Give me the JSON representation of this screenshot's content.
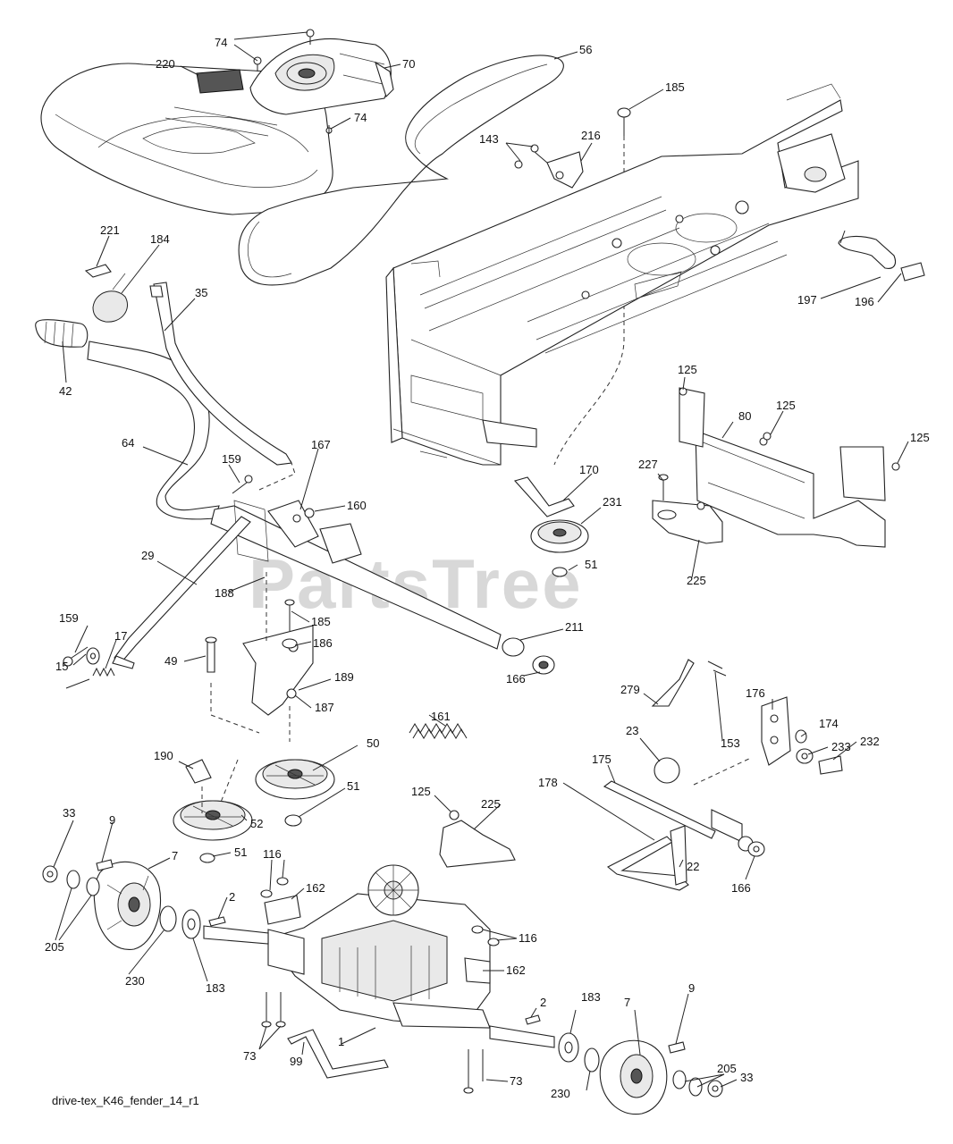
{
  "diagram": {
    "watermark": "PartsTree",
    "caption": "drive-tex_K46_fender_14_r1",
    "labels": {
      "l74a": "74",
      "l56": "56",
      "l220": "220",
      "l70": "70",
      "l74b": "74",
      "l185a": "185",
      "l143": "143",
      "l216": "216",
      "l221": "221",
      "l184": "184",
      "l35": "35",
      "l197": "197",
      "l196": "196",
      "l42": "42",
      "l125a": "125",
      "l80": "80",
      "l125b": "125",
      "l125c": "125",
      "l64": "64",
      "l159a": "159",
      "l167": "167",
      "l160": "160",
      "l227": "227",
      "l170": "170",
      "l231": "231",
      "l29": "29",
      "l51a": "51",
      "l225a": "225",
      "l188": "188",
      "l185b": "185",
      "l159b": "159",
      "l17": "17",
      "l186": "186",
      "l211": "211",
      "l49": "49",
      "l189": "189",
      "l15": "15",
      "l166a": "166",
      "l187": "187",
      "l161": "161",
      "l279": "279",
      "l176": "176",
      "l174": "174",
      "l153": "153",
      "l233": "233",
      "l23": "23",
      "l232": "232",
      "l50": "50",
      "l190": "190",
      "l175": "175",
      "l51b": "51",
      "l178": "178",
      "l125d": "125",
      "l225b": "225",
      "l33a": "33",
      "l9a": "9",
      "l7a": "7",
      "l52": "52",
      "l51c": "51",
      "l116a": "116",
      "l22": "22",
      "l166b": "166",
      "l162a": "162",
      "l2a": "2",
      "l205a": "205",
      "l116b": "116",
      "l230a": "230",
      "l183a": "183",
      "l162b": "162",
      "l2b": "2",
      "l183b": "183",
      "l9b": "9",
      "l7b": "7",
      "l73a": "73",
      "l1": "1",
      "l99": "99",
      "l205b": "205",
      "l33b": "33",
      "l73b": "73",
      "l230b": "230"
    }
  }
}
